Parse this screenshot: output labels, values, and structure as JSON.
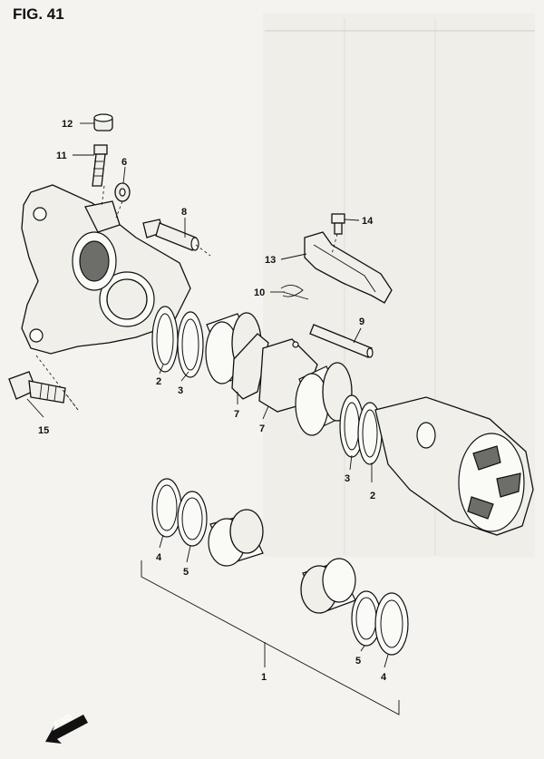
{
  "figure": {
    "title": "FIG. 41"
  },
  "callouts": {
    "c1": "1",
    "c2a": "2",
    "c2b": "2",
    "c3a": "3",
    "c3b": "3",
    "c4a": "4",
    "c4b": "4",
    "c5a": "5",
    "c5b": "5",
    "c6": "6",
    "c7a": "7",
    "c7b": "7",
    "c8": "8",
    "c9": "9",
    "c10": "10",
    "c11": "11",
    "c12": "12",
    "c13": "13",
    "c14": "14",
    "c15": "15"
  },
  "badge": {
    "fwd": "FWD"
  }
}
